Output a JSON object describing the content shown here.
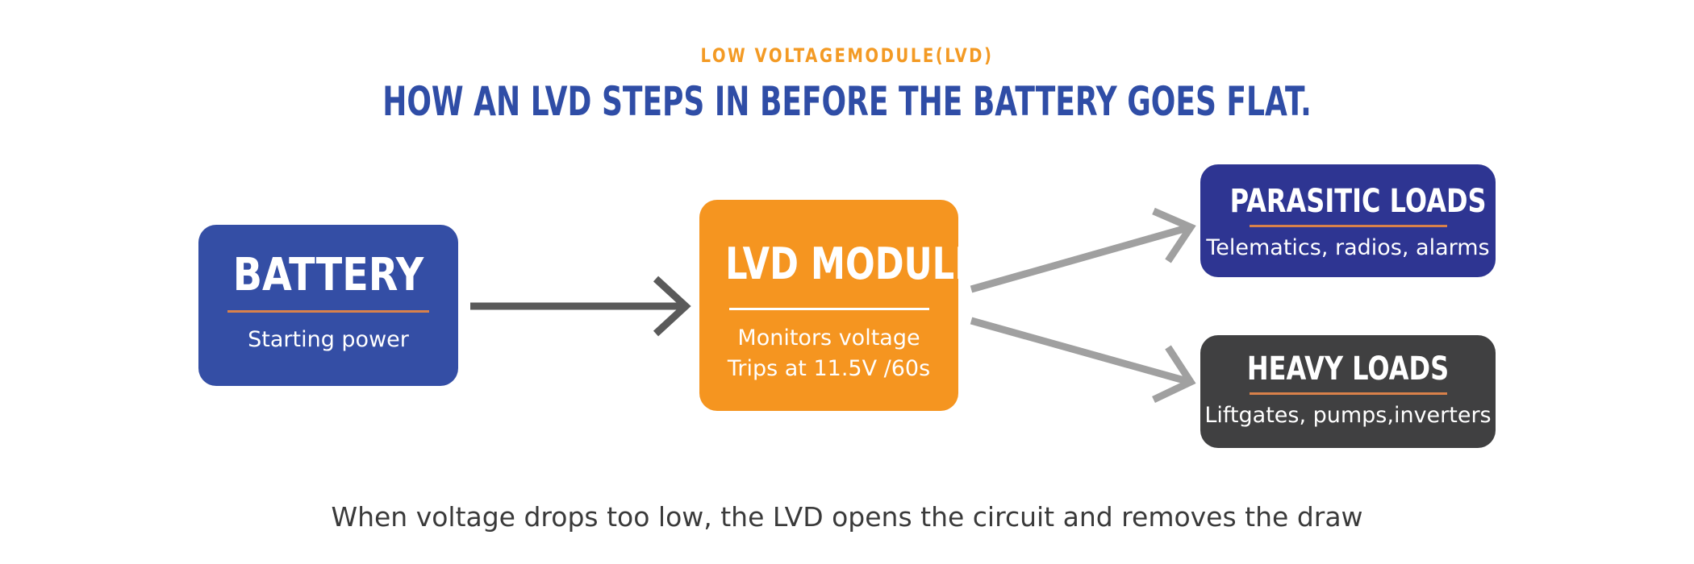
{
  "header": {
    "eyebrow": "LOW VOLTAGEMODULE(LVD)",
    "title": "HOW AN LVD STEPS IN BEFORE THE BATTERY GOES FLAT."
  },
  "nodes": {
    "battery": {
      "title": "BATTERY",
      "subtitle": "Starting power",
      "color": "#344ea5"
    },
    "lvd": {
      "title": "LVD MODULE",
      "line1": "Monitors voltage",
      "line2": "Trips at 11.5V /60s",
      "color": "#f59520"
    },
    "parasitic": {
      "title": "PARASITIC LOADS",
      "subtitle": "Telematics, radios, alarms",
      "color": "#2e3592"
    },
    "heavy": {
      "title": "HEAVY LOADS",
      "subtitle": "Liftgates, pumps,inverters",
      "color": "#404041"
    }
  },
  "edges": [
    {
      "from": "battery",
      "to": "lvd",
      "color": "#5a5a5a"
    },
    {
      "from": "lvd",
      "to": "parasitic",
      "color": "#a0a0a0"
    },
    {
      "from": "lvd",
      "to": "heavy",
      "color": "#a0a0a0"
    }
  ],
  "caption": "When voltage drops too low, the LVD opens the circuit and removes the draw"
}
